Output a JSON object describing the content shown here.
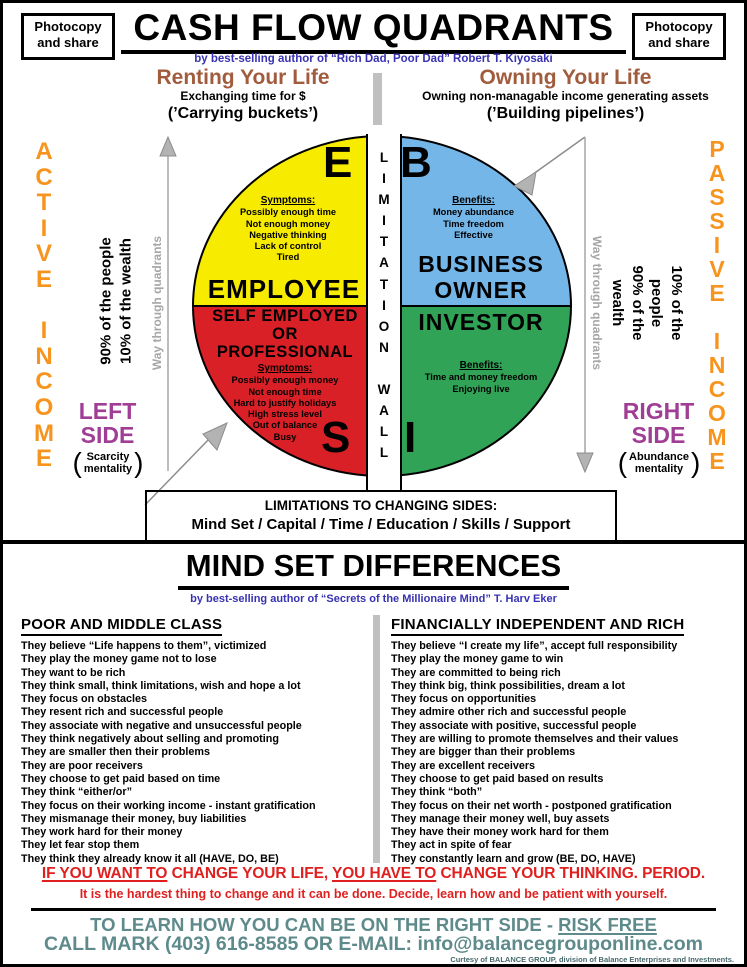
{
  "header": {
    "photocopy": {
      "line1": "Photocopy",
      "line2": "and share"
    },
    "title": "CASH FLOW QUADRANTS",
    "subtitle": "by best-selling author of “Rich Dad, Poor Dad” Robert T. Kiyosaki",
    "renting": {
      "title": "Renting Your Life",
      "sub": "Exchanging time for $",
      "tag": "(’Carrying buckets’)"
    },
    "owning": {
      "title": "Owning Your Life",
      "sub": "Owning non-managable income generating assets",
      "tag": "(’Building pipelines’)"
    }
  },
  "left_side": {
    "income_letters": "A\nC\nT\nI\nV\nE\n\nI\nN\nC\nO\nM\nE",
    "stats": "90% of the people\n10% of the wealth",
    "way": "Way through quadrants",
    "label": "LEFT\nSIDE",
    "mentality_line1": "Scarcity",
    "mentality_line2": "mentality"
  },
  "right_side": {
    "income_letters": "P\nA\nS\nS\nI\nV\nE\n\nI\nN\nC\nO\nM\nE",
    "stats": "10% of the people\n90% of the wealth",
    "way": "Way through quadrants",
    "label": "RIGHT\nSIDE",
    "mentality_line1": "Abundance",
    "mentality_line2": "mentality"
  },
  "quadrants": {
    "wall_letters": "L\nI\nM\nI\nT\nA\nT\nI\nO\nN\n\nW\nA\nL\nL",
    "employee": {
      "letter": "E",
      "name": "EMPLOYEE",
      "list_title": "Symptoms:",
      "items": [
        "Possibly enough time",
        "Not enough money",
        "Negative thinking",
        "Lack of control",
        "Tired"
      ]
    },
    "business": {
      "letter": "B",
      "name": "BUSINESS\nOWNER",
      "list_title": "Benefits:",
      "items": [
        "Money abundance",
        "Time freedom",
        "Effective"
      ]
    },
    "self_employed": {
      "letter": "S",
      "name": "SELF EMPLOYED\nOR\nPROFESSIONAL",
      "list_title": "Symptoms:",
      "items": [
        "Possibly enough money",
        "Not enough time",
        "Hard to justify holidays",
        "High stress level",
        "Out of balance",
        "Busy"
      ]
    },
    "investor": {
      "letter": "I",
      "name": "INVESTOR",
      "list_title": "Benefits:",
      "items": [
        "Time and money freedom",
        "Enjoying live"
      ]
    }
  },
  "limitations_box": {
    "line1": "LIMITATIONS TO CHANGING SIDES:",
    "line2": "Mind Set / Capital / Time / Education / Skills / Support"
  },
  "mindset": {
    "title": "MIND SET DIFFERENCES",
    "subtitle": "by best-selling author of “Secrets of the Millionaire Mind” T. Harv Eker",
    "left": {
      "heading": "POOR AND MIDDLE CLASS",
      "items": [
        "They believe “Life happens to them”, victimized",
        "They play the money game not to lose",
        "They want to be rich",
        "They think small, think limitations, wish and hope a lot",
        "They focus on obstacles",
        "They resent rich and successful people",
        "They associate with negative and unsuccessful people",
        "They think negatively about selling and promoting",
        "They are smaller then their problems",
        "They are poor receivers",
        "They choose to get paid based on time",
        "They think “either/or”",
        "They focus on their working income - instant gratification",
        "They mismanage their money, buy liabilities",
        "They work hard for their money",
        "They let fear stop them",
        "They think they already know it all (HAVE, DO, BE)"
      ]
    },
    "right": {
      "heading": "FINANCIALLY INDEPENDENT AND RICH",
      "items": [
        "They believe “I create my life”, accept full responsibility",
        "They play the money game to win",
        "They are committed to being rich",
        "They think big, think possibilities, dream a lot",
        "They focus on opportunities",
        "They admire other rich and successful people",
        "They associate with positive, successful people",
        "They are willing to promote themselves and their values",
        "They are bigger than their problems",
        "They are excellent receivers",
        "They choose to get paid based on results",
        "They think “both”",
        "They focus on their net worth - postponed gratification",
        "They manage their money well, buy assets",
        "They have their money work hard for them",
        "They act in spite of fear",
        "They constantly learn and grow (BE, DO, HAVE)"
      ]
    }
  },
  "change_statement": {
    "u1": "IF YOU WANT TO",
    "t1": " CHANGE YOUR LIFE, ",
    "u2": "YOU HAVE TO",
    "t2": " CHANGE YOUR THINKING. PERIOD.",
    "line2": "It is the hardest thing to change and it can be done. Decide, learn how and be patient with yourself."
  },
  "footer": {
    "line1_pre": "TO LEARN HOW YOU CAN BE ON THE RIGHT SIDE - ",
    "line1_u": "RISK FREE",
    "line2": "CALL MARK (403) 616-8585 OR E-MAIL: info@balancegrouponline.com",
    "credit": "Curtesy of BALANCE GROUP, division of Balance Enterprises and Investments."
  },
  "colors": {
    "quadrant_yellow": "#F7EB00",
    "quadrant_blue": "#74B6E8",
    "quadrant_red": "#D92027",
    "quadrant_green": "#30A356",
    "income_orange": "#F7941D",
    "side_purple": "#A03E96",
    "heading_brown": "#A15C3E",
    "author_blue": "#3832B2",
    "footer_teal": "#5E8A8B",
    "statement_red": "#E01F1F",
    "arrow_gray": "#A6A6A6"
  }
}
